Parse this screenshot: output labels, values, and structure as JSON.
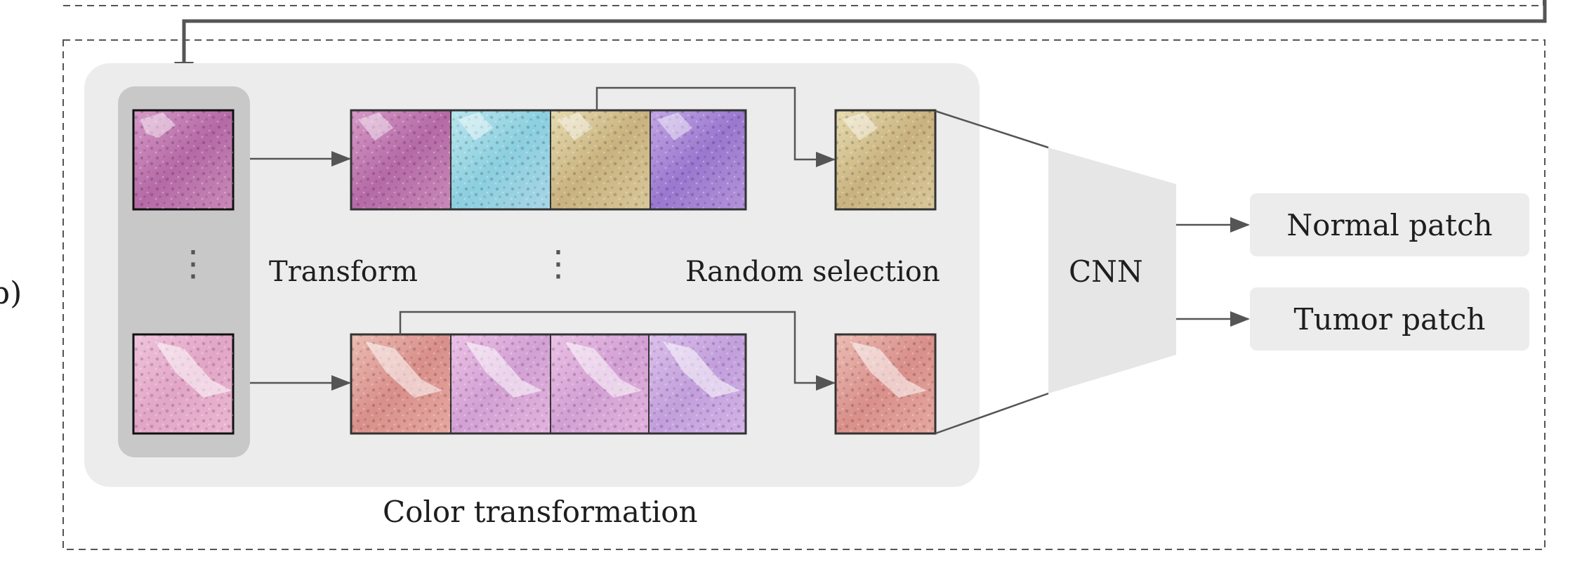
{
  "panel_label": "b)",
  "color_transformation": {
    "title": "Color transformation",
    "transform_label": "Transform",
    "random_selection_label": "Random selection",
    "ellipsis": "⋮"
  },
  "cnn": {
    "label": "CNN"
  },
  "outputs": [
    {
      "label": "Normal patch"
    },
    {
      "label": "Tumor patch"
    }
  ],
  "colors": {
    "panel_bg": "#ececec",
    "stack_bg": "#c8c8c8",
    "cnn_fill": "#e6e6e6",
    "output_bg": "#ececec",
    "arrow": "#555555",
    "dashed_border": "#555555"
  },
  "patches": {
    "top_input": "pink-purple H&E",
    "top_variants": [
      "pink-purple",
      "cyan",
      "yellow-green",
      "violet"
    ],
    "top_selected": "yellow-green",
    "bottom_input": "light pink",
    "bottom_variants": [
      "salmon",
      "pink-lilac",
      "pink-lilac",
      "lilac"
    ],
    "bottom_selected": "salmon"
  }
}
